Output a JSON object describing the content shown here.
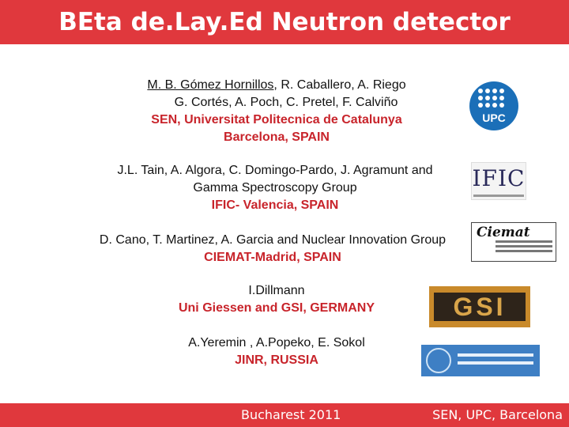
{
  "title": "BEta de.Lay.Ed Neutron detector",
  "groups": {
    "upc": {
      "lead_author": "M. B. Gómez Hornillos",
      "authors_rest": ", R. Caballero, A. Riego",
      "authors2": "G. Cortés, A. Poch, C. Pretel, F. Calviño",
      "inst": "SEN, Universitat Politecnica de Catalunya",
      "place": "Barcelona, SPAIN"
    },
    "ific": {
      "authors": "J.L. Tain, A. Algora, C. Domingo-Pardo, J. Agramunt and",
      "authors2": "Gamma Spectroscopy Group",
      "inst": "IFIC- Valencia, SPAIN"
    },
    "ciemat": {
      "authors": "D. Cano, T. Martinez, A. Garcia and Nuclear Innovation Group",
      "inst": "CIEMAT-Madrid, SPAIN"
    },
    "gsi": {
      "authors": "I.Dillmann",
      "inst": "Uni Giessen and GSI, GERMANY"
    },
    "jinr": {
      "authors": "A.Yeremin , A.Popeko, E. Sokol",
      "inst": "JINR, RUSSIA"
    }
  },
  "logos": {
    "upc_text": "UPC",
    "ific_text": "IFIC",
    "ciemat_text": "Ciemat",
    "gsi_text": "GSI"
  },
  "footer": {
    "left": "Bucharest 2011",
    "right": "SEN, UPC, Barcelona"
  },
  "colors": {
    "accent": "#e0383d",
    "affiliation": "#c8242b"
  }
}
